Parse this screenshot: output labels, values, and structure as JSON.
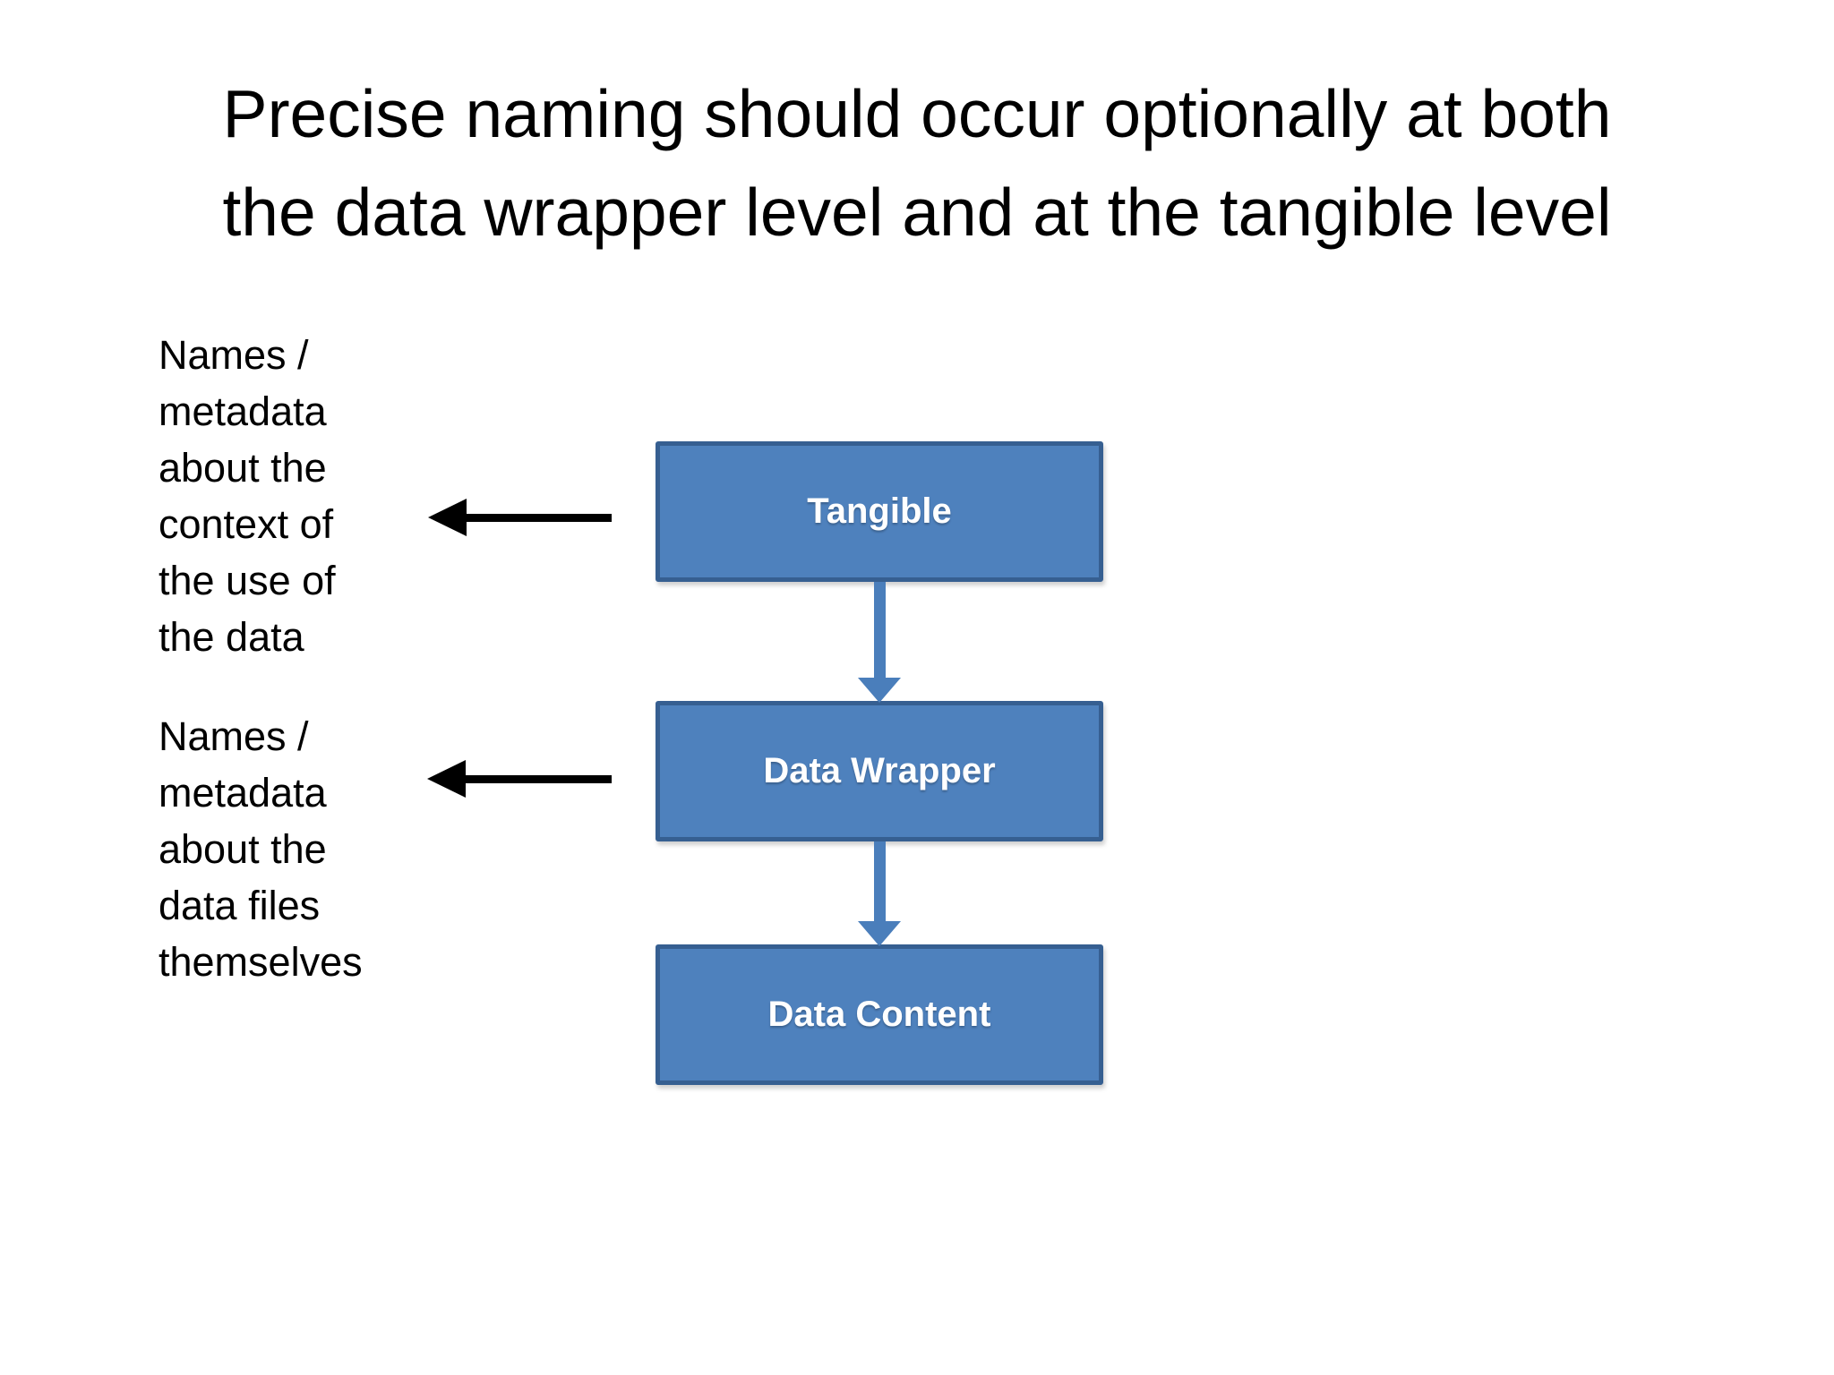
{
  "title": "Precise naming should occur optionally at both\nthe data wrapper level and at the tangible level",
  "annotations": [
    {
      "text": "Names /\nmetadata\nabout the\ncontext of\nthe use of\nthe data"
    },
    {
      "text": "Names /\nmetadata\nabout the\ndata files\nthemselves"
    }
  ],
  "diagram": {
    "nodes": [
      {
        "id": "tangible",
        "label": "Tangible"
      },
      {
        "id": "data_wrapper",
        "label": "Data Wrapper"
      },
      {
        "id": "data_content",
        "label": "Data Content"
      }
    ],
    "edges": [
      {
        "from": "tangible",
        "to": "data_wrapper",
        "direction": "down"
      },
      {
        "from": "data_wrapper",
        "to": "data_content",
        "direction": "down"
      }
    ],
    "pointers": [
      {
        "from": "tangible",
        "to_annotation": 0,
        "direction": "left"
      },
      {
        "from": "data_wrapper",
        "to_annotation": 1,
        "direction": "left"
      }
    ]
  },
  "colors": {
    "box_fill": "#4E81BD",
    "box_border": "#365F91",
    "box_text": "#ffffff",
    "connector_blue": "#4A7EBB",
    "arrow_black": "#000000",
    "title_text": "#000000",
    "background": "#ffffff"
  }
}
